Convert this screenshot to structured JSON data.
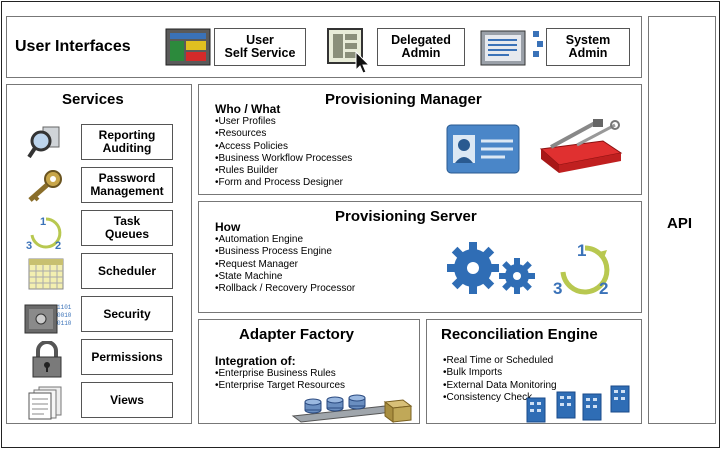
{
  "user_interfaces": {
    "title": "User Interfaces",
    "items": [
      "User\nSelf Service",
      "Delegated\nAdmin",
      "System\nAdmin"
    ]
  },
  "services": {
    "title": "Services",
    "items": [
      "Reporting\nAuditing",
      "Password\nManagement",
      "Task\nQueues",
      "Scheduler",
      "Security",
      "Permissions",
      "Views"
    ],
    "cycle_numbers": [
      "1",
      "2",
      "3"
    ],
    "binary_text": [
      "1101",
      "0010",
      "0110"
    ]
  },
  "provisioning_manager": {
    "title": "Provisioning Manager",
    "subtitle": "Who / What",
    "items": [
      "User Profiles",
      "Resources",
      "Access Policies",
      "Business Workflow Processes",
      "Rules Builder",
      "Form and Process Designer"
    ]
  },
  "provisioning_server": {
    "title": "Provisioning Server",
    "subtitle": "How",
    "items": [
      "Automation Engine",
      "Business Process Engine",
      "Request Manager",
      "State Machine",
      "Rollback / Recovery Processor"
    ],
    "cycle_numbers": [
      "1",
      "2",
      "3"
    ]
  },
  "adapter_factory": {
    "title": "Adapter Factory",
    "subtitle": "Integration of:",
    "items": [
      "Enterprise Business Rules",
      "Enterprise Target Resources"
    ]
  },
  "reconciliation_engine": {
    "title": "Reconciliation Engine",
    "items": [
      "Real Time or Scheduled",
      "Bulk Imports",
      "External Data Monitoring",
      "Consistency Check"
    ]
  },
  "api": {
    "label": "API"
  },
  "colors": {
    "accent_blue": "#3a72b8",
    "red": "#d42a2a",
    "gear_blue": "#2f6db5"
  }
}
